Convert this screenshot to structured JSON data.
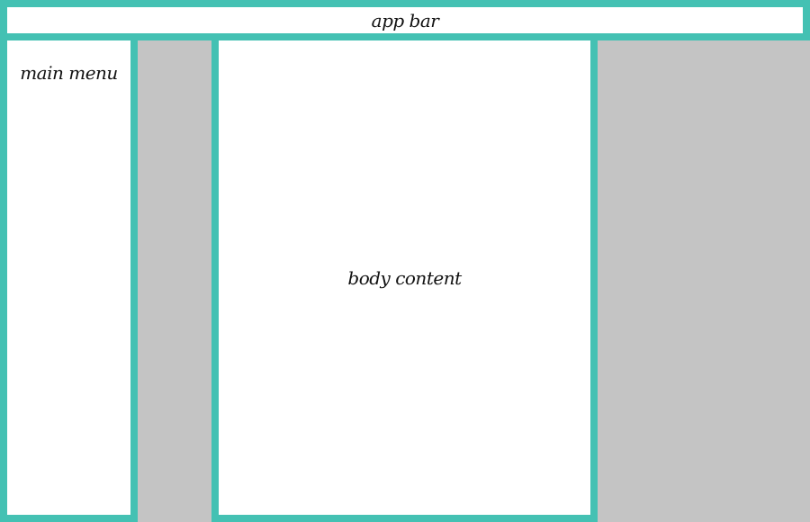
{
  "app_bar": {
    "label": "app bar"
  },
  "main_menu": {
    "label": "main menu"
  },
  "body_content": {
    "label": "body content"
  },
  "colors": {
    "frame": "#44c1b3",
    "panel_fill": "#ffffff",
    "background": "#c4c4c4",
    "text": "#111111"
  }
}
